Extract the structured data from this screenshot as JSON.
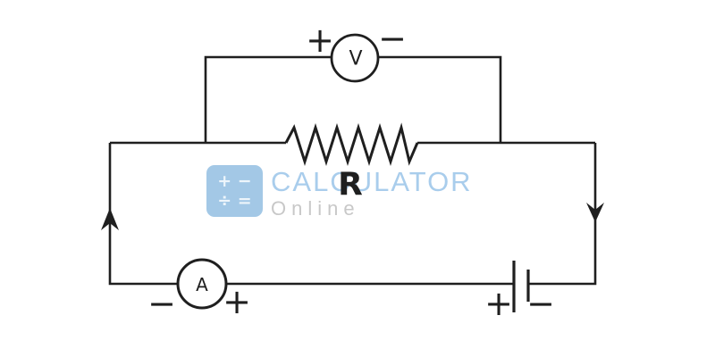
{
  "page": {
    "background": "#ffffff"
  },
  "circuit": {
    "type": "circuit-diagram",
    "wire_color": "#1f1f1f",
    "voltmeter": {
      "label": "V",
      "plus": "+",
      "minus": "−"
    },
    "ammeter": {
      "label": "A",
      "plus": "+",
      "minus": "−"
    },
    "resistor": {
      "label": "R"
    },
    "battery": {
      "plus": "+",
      "minus": "−"
    }
  },
  "watermark": {
    "brand": "CALCULATOR",
    "subtitle": "Online",
    "brand_color": "#a9cdec",
    "subtitle_color": "#c8c8c8",
    "icon": {
      "bg_color": "#a3c8e6",
      "symbol_color": "#edf5fb",
      "plus": "+",
      "minus": "−",
      "divide": "÷",
      "equals": "="
    }
  }
}
